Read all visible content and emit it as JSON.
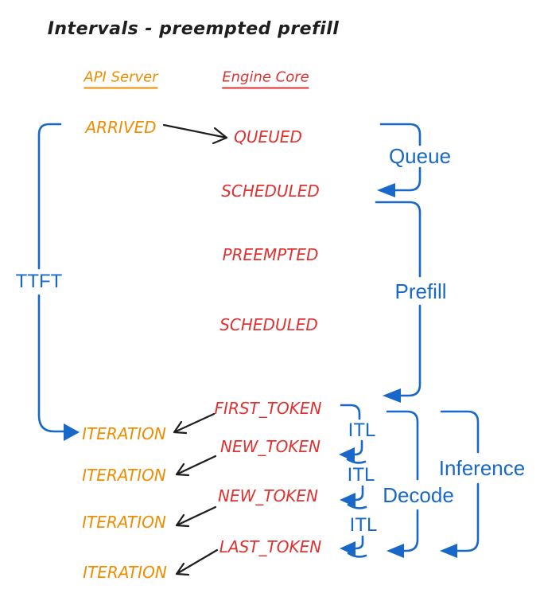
{
  "title": "Intervals - preempted prefill",
  "columns": {
    "api_server": "API Server",
    "engine_core": "Engine Core"
  },
  "api_events": {
    "arrived": "ARRIVED",
    "iterations": [
      "ITERATION",
      "ITERATION",
      "ITERATION",
      "ITERATION"
    ]
  },
  "engine_events": {
    "queued": "QUEUED",
    "scheduled_1": "SCHEDULED",
    "preempted": "PREEMPTED",
    "scheduled_2": "SCHEDULED",
    "first_token": "FIRST_TOKEN",
    "new_token_1": "NEW_TOKEN",
    "new_token_2": "NEW_TOKEN",
    "last_token": "LAST_TOKEN"
  },
  "intervals": {
    "ttft": "TTFT",
    "queue": "Queue",
    "prefill": "Prefill",
    "itl": [
      "ITL",
      "ITL",
      "ITL"
    ],
    "decode": "Decode",
    "inference": "Inference"
  },
  "colors": {
    "api_server": "#f08c00",
    "engine_core": "#e03131",
    "intervals": "#1868c9",
    "ink": "#1e1e1e",
    "background": "#ffffff"
  }
}
